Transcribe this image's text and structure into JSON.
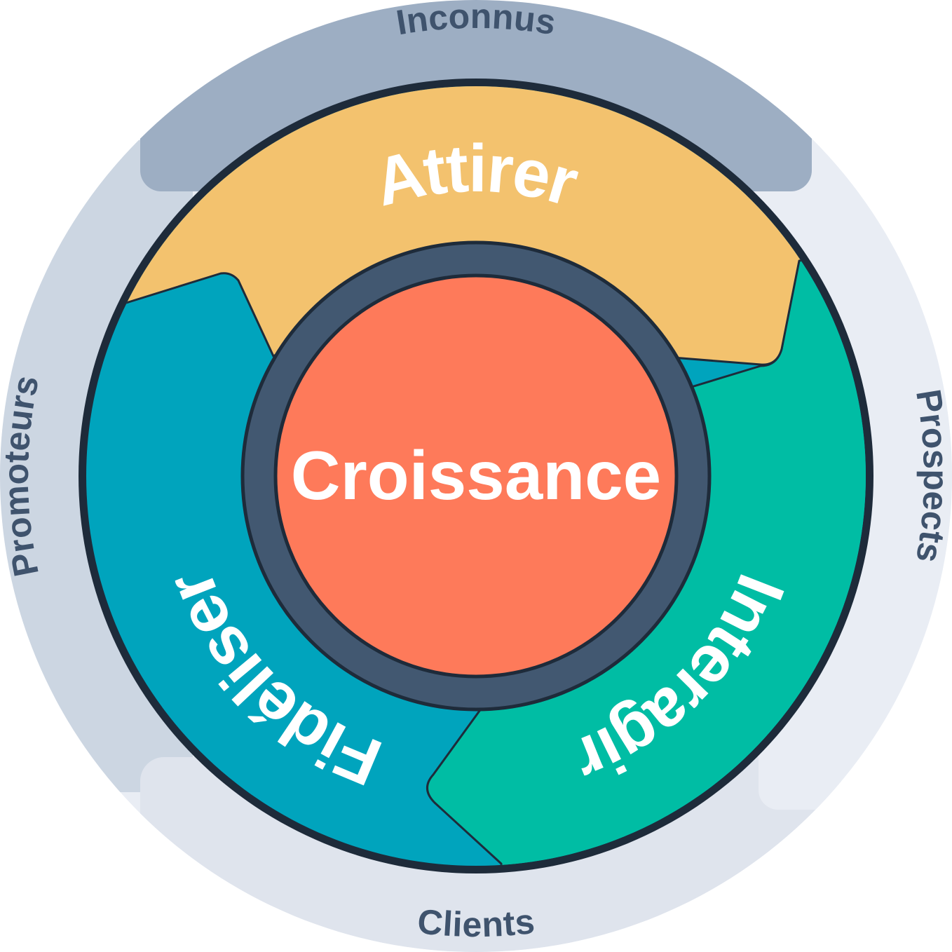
{
  "diagram": {
    "center": {
      "label": "Croissance",
      "color": "#fe7a5a",
      "ring_color": "#425871"
    },
    "stages": [
      {
        "id": "attirer",
        "label": "Attirer",
        "color": "#f3c26e"
      },
      {
        "id": "interagir",
        "label": "Interagir",
        "color": "#00bda4"
      },
      {
        "id": "fideliser",
        "label": "Fidéliser",
        "color": "#00a4bd"
      }
    ],
    "audiences": [
      {
        "id": "inconnus",
        "label": "Inconnus",
        "color": "#9daec3"
      },
      {
        "id": "prospects",
        "label": "Prospects",
        "color": "#e9edf4"
      },
      {
        "id": "clients",
        "label": "Clients",
        "color": "#dfe4ed"
      },
      {
        "id": "promoteurs",
        "label": "Promoteurs",
        "color": "#ccd6e2"
      }
    ],
    "outline_color": "#1e2b3a"
  }
}
